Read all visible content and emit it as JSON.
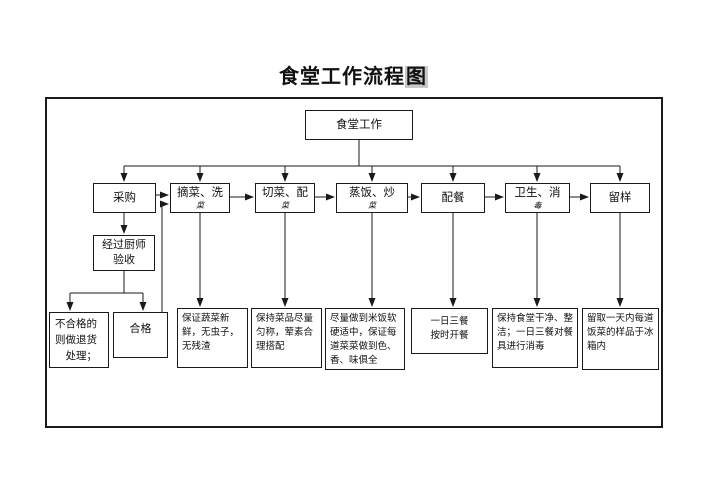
{
  "title": {
    "main": "食堂工作流程",
    "highlight": "图"
  },
  "root_label": "食堂工作",
  "stages": [
    {
      "label": "采购",
      "sub": ""
    },
    {
      "label": "摘菜、洗",
      "sub": "菜"
    },
    {
      "label": "切菜、配",
      "sub": "菜"
    },
    {
      "label": "蒸饭、炒",
      "sub": "菜"
    },
    {
      "label": "配餐",
      "sub": ""
    },
    {
      "label": "卫生、消",
      "sub": "毒"
    },
    {
      "label": "留样",
      "sub": ""
    }
  ],
  "inspection_label": "经过厨师\n验收",
  "reject_label": "不合格的\n则做退货\n　处理；",
  "pass_label": "合格",
  "notes": [
    "保证蔬菜新鲜，无虫子，无残渣",
    "保持菜品尽量匀称，荤素合理搭配",
    "尽量做到米饭软硬适中，保证每道菜菜做到色、香、味俱全",
    "一日三餐\n按时开餐",
    "保持食堂干净、整洁；一日三餐对餐具进行消毒",
    "留取一天内每道饭菜的样品于冰箱内"
  ],
  "colors": {
    "line": "#1a1a1a",
    "border": "#1a1a1a",
    "highlight_bg": "#c9c9c9",
    "background": "#ffffff"
  }
}
